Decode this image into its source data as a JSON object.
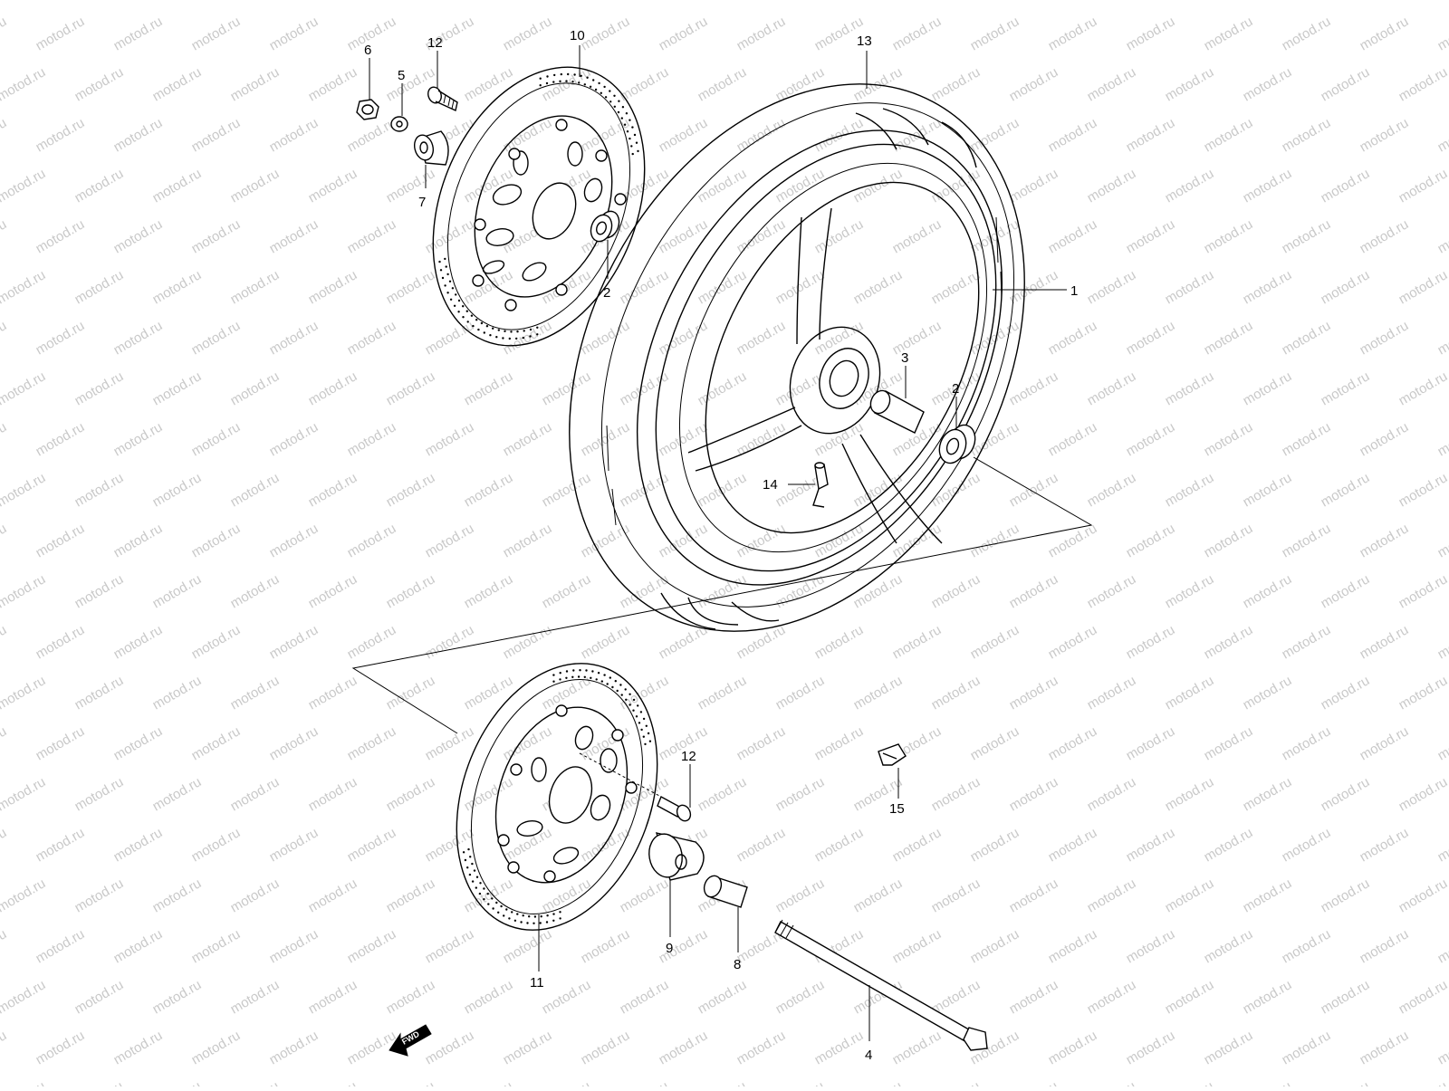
{
  "watermark": {
    "text": "motod.ru"
  },
  "direction_badge": {
    "text": "FWD"
  },
  "callouts": [
    {
      "id": "c6",
      "label": "6"
    },
    {
      "id": "c12a",
      "label": "12"
    },
    {
      "id": "c5",
      "label": "5"
    },
    {
      "id": "c10",
      "label": "10"
    },
    {
      "id": "c13",
      "label": "13"
    },
    {
      "id": "c7",
      "label": "7"
    },
    {
      "id": "c2a",
      "label": "2"
    },
    {
      "id": "c1",
      "label": "1"
    },
    {
      "id": "c3",
      "label": "3"
    },
    {
      "id": "c2b",
      "label": "2"
    },
    {
      "id": "c14",
      "label": "14"
    },
    {
      "id": "c12b",
      "label": "12"
    },
    {
      "id": "c15",
      "label": "15"
    },
    {
      "id": "c9",
      "label": "9"
    },
    {
      "id": "c8",
      "label": "8"
    },
    {
      "id": "c11",
      "label": "11"
    },
    {
      "id": "c4",
      "label": "4"
    }
  ]
}
